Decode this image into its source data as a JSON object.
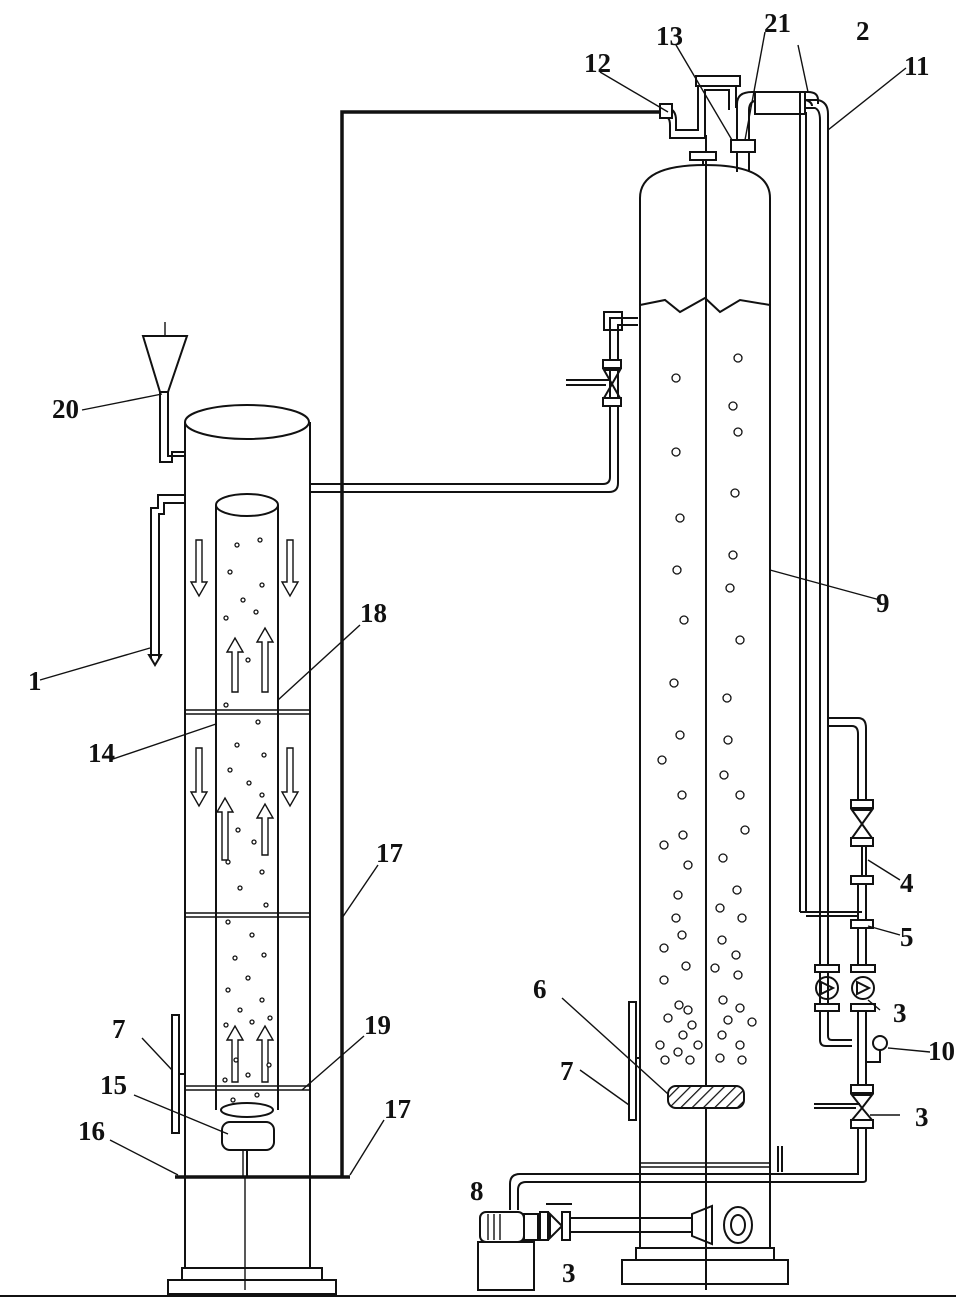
{
  "labels": {
    "l1": "1",
    "l2": "2",
    "l3a": "3",
    "l3b": "3",
    "l3c": "3",
    "l4": "4",
    "l5": "5",
    "l6": "6",
    "l7a": "7",
    "l7b": "7",
    "l8": "8",
    "l9": "9",
    "l10": "10",
    "l11": "11",
    "l12": "12",
    "l13": "13",
    "l14": "14",
    "l15": "15",
    "l16": "16",
    "l17a": "17",
    "l17b": "17",
    "l18": "18",
    "l19": "19",
    "l20": "20",
    "l21": "21"
  },
  "colors": {
    "line": "#111111",
    "background": "#ffffff"
  }
}
